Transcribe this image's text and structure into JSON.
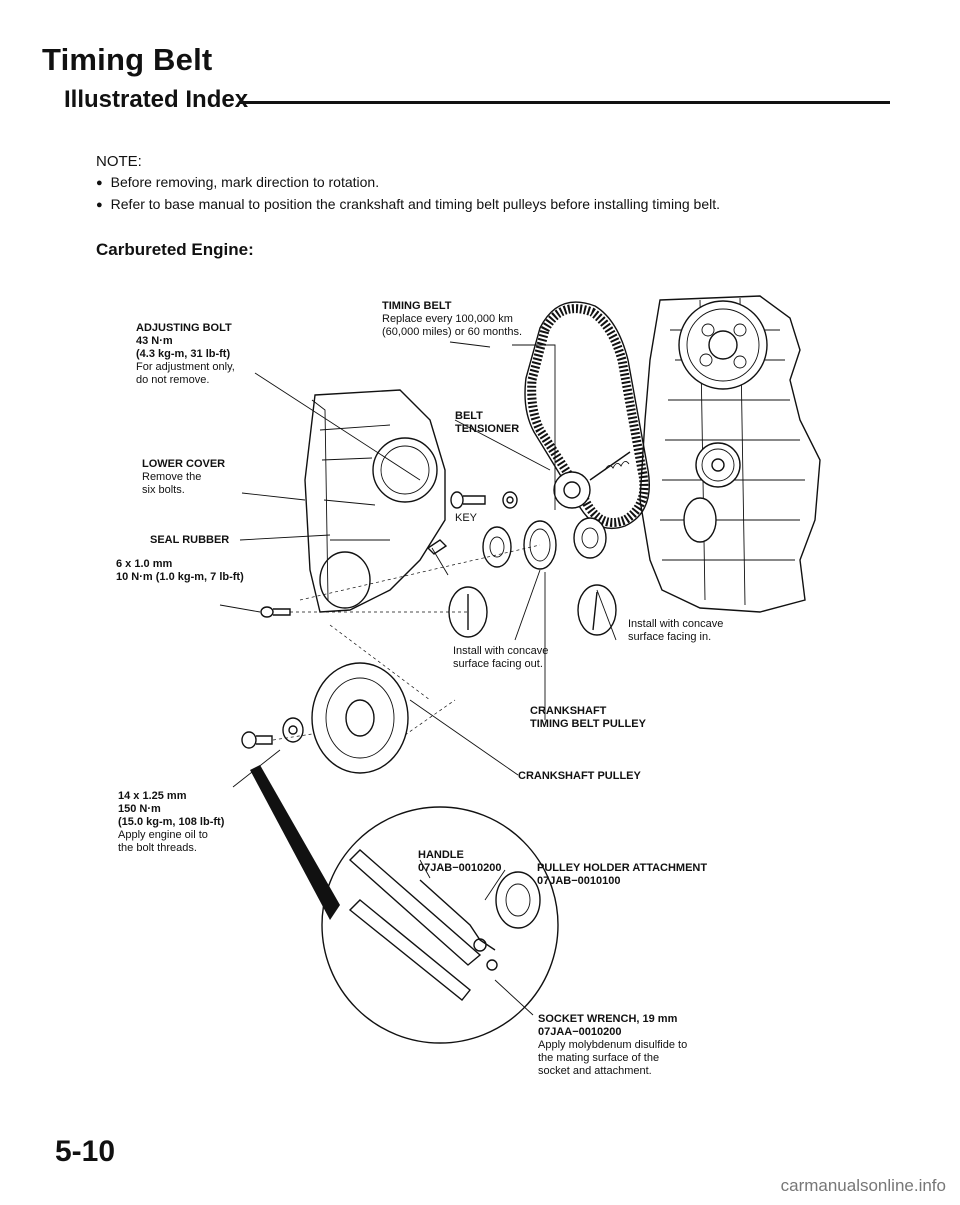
{
  "header": {
    "title": "Timing Belt",
    "subtitle": "Illustrated Index"
  },
  "note": {
    "heading": "NOTE:",
    "items": [
      "Before removing, mark direction to rotation.",
      "Refer to base manual to position the crankshaft and timing belt pulleys before installing timing belt."
    ]
  },
  "section_title": "Carbureted Engine:",
  "labels": {
    "timing_belt": {
      "name": "TIMING BELT",
      "lines": [
        "Replace every 100,000 km",
        "(60,000 miles) or 60 months."
      ]
    },
    "adjusting_bolt": {
      "name": "ADJUSTING BOLT",
      "lines": [
        "43 N·m",
        "(4.3 kg-m, 31 lb-ft)",
        "For adjustment only,",
        "do not remove."
      ]
    },
    "belt_tensioner": {
      "name_1": "BELT",
      "name_2": "TENSIONER"
    },
    "lower_cover": {
      "name": "LOWER COVER",
      "lines": [
        "Remove the",
        "six bolts."
      ]
    },
    "seal_rubber": {
      "name": "SEAL RUBBER"
    },
    "key": {
      "name": "KEY"
    },
    "bolt_6mm": {
      "name": "6 x 1.0 mm",
      "lines": [
        "10 N·m (1.0 kg-m, 7 lb-ft)"
      ]
    },
    "washer_right": {
      "lines": [
        "Install with concave",
        "surface facing in."
      ]
    },
    "washer_left": {
      "lines": [
        "Install with concave",
        "surface facing out."
      ]
    },
    "crank_timing_pulley": {
      "name_1": "CRANKSHAFT",
      "name_2": "TIMING BELT PULLEY"
    },
    "crank_pulley": {
      "name": "CRANKSHAFT PULLEY"
    },
    "bolt_14mm": {
      "name": "14 x 1.25 mm",
      "lines": [
        "150 N·m",
        "(15.0 kg-m, 108 lb-ft)",
        "Apply engine oil to",
        "the bolt threads."
      ]
    },
    "handle": {
      "name_1": "HANDLE",
      "name_2": "07JAB−0010200"
    },
    "holder": {
      "name_1": "PULLEY HOLDER ATTACHMENT",
      "name_2": "07JAB−0010100"
    },
    "socket": {
      "name_1": "SOCKET WRENCH, 19 mm",
      "name_2": "07JAA−0010200",
      "lines": [
        "Apply molybdenum disulfide to",
        "the mating surface of the",
        "socket and attachment."
      ]
    }
  },
  "page_number": "5-10",
  "watermark": "carmanualsonline.info"
}
